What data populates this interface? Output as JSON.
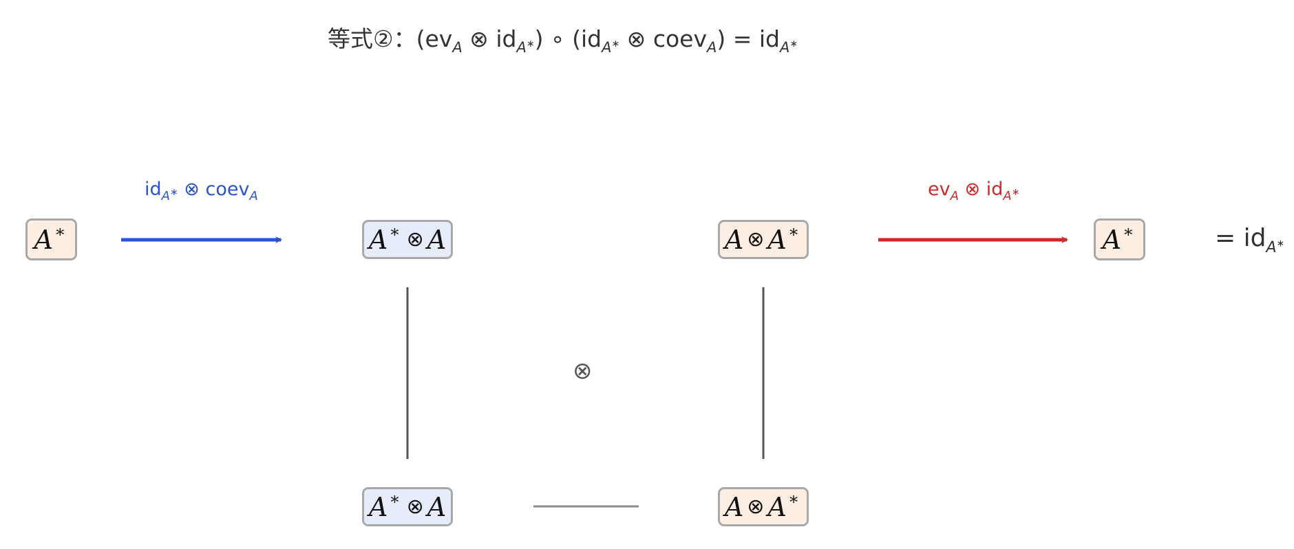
{
  "title": {
    "prefix": "等式②：(",
    "ev": "ev",
    "ev_sub": "A",
    "otimes1": " ⊗ ",
    "id1": "id",
    "id1_sub": "A",
    "id1_sup": "∗",
    "mid": ") ∘ (",
    "id2": "id",
    "id2_sub": "A",
    "id2_sup": "∗",
    "otimes2": " ⊗ ",
    "coev": "coev",
    "coev_sub": "A",
    "suffix": ") = ",
    "id3": "id",
    "id3_sub": "A",
    "id3_sup": "∗"
  },
  "nodes": {
    "start": {
      "base": "A",
      "star": "∗"
    },
    "top_left": {
      "left": "A",
      "star": "∗",
      "op": "⊗",
      "right": "A"
    },
    "top_right": {
      "left": "A",
      "op": "⊗",
      "right": "A",
      "star": "∗"
    },
    "end": {
      "base": "A",
      "star": "∗"
    },
    "bottom_left": {
      "left": "A",
      "star": "∗",
      "op": "⊗",
      "right": "A"
    },
    "bottom_right": {
      "left": "A",
      "op": "⊗",
      "right": "A",
      "star": "∗"
    }
  },
  "arrows": {
    "left_label": {
      "id": "id",
      "id_sub": "A",
      "id_sup": "∗",
      "op": " ⊗ ",
      "coev": "coev",
      "coev_sub": "A"
    },
    "right_label": {
      "ev": "ev",
      "ev_sub": "A",
      "op": " ⊗ ",
      "id": "id",
      "id_sub": "A",
      "id_sup": "∗"
    }
  },
  "equals": {
    "sign": "=  ",
    "id": "id",
    "id_sub": "A",
    "id_sup": "∗"
  },
  "middle_operator": "⊗",
  "colors": {
    "blue_arrow": "#2a55c8",
    "red_arrow": "#cc2a2a",
    "node_warm": "#fdeee3",
    "node_cool": "#e6ecf9",
    "node_border": "#a8a8a8",
    "line": "#555555"
  }
}
